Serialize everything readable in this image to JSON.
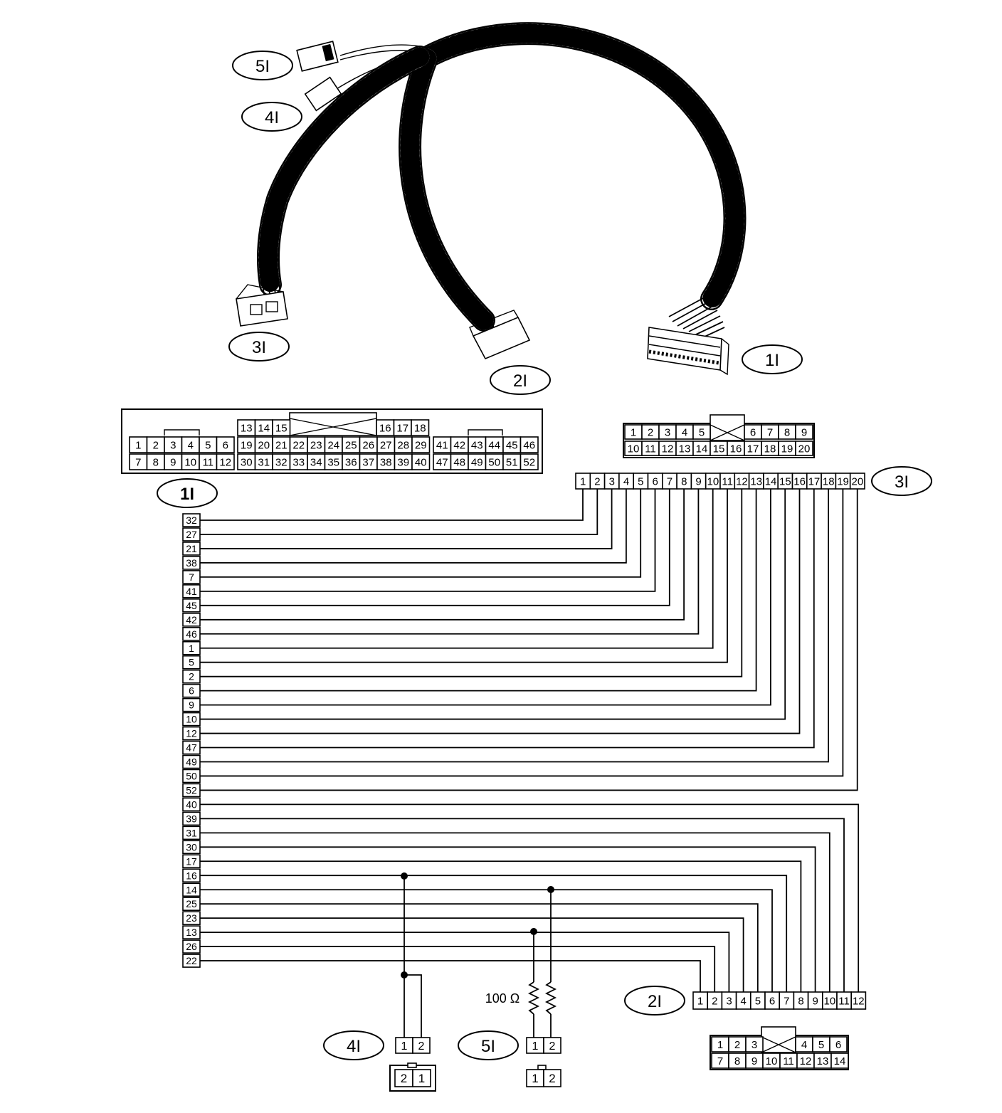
{
  "callouts": {
    "c1": "1I",
    "c2": "2I",
    "c3": "3I",
    "c4": "4I",
    "c5": "5I"
  },
  "resistor_value": "100 Ω",
  "connector_1": {
    "row_top": [
      "13",
      "14",
      "15",
      "16",
      "17",
      "18"
    ],
    "row_mid": [
      "1",
      "2",
      "3",
      "4",
      "5",
      "6",
      "19",
      "20",
      "21",
      "22",
      "23",
      "24",
      "25",
      "26",
      "27",
      "28",
      "29",
      "41",
      "42",
      "43",
      "44",
      "45",
      "46"
    ],
    "row_bot": [
      "7",
      "8",
      "9",
      "10",
      "11",
      "12",
      "30",
      "31",
      "32",
      "33",
      "34",
      "35",
      "36",
      "37",
      "38",
      "39",
      "40",
      "47",
      "48",
      "49",
      "50",
      "51",
      "52"
    ]
  },
  "connector_3": {
    "row_top": [
      "1",
      "2",
      "3",
      "4",
      "5",
      "6",
      "7",
      "8",
      "9"
    ],
    "row_bot": [
      "10",
      "11",
      "12",
      "13",
      "14",
      "15",
      "16",
      "17",
      "18",
      "19",
      "20"
    ]
  },
  "connector_2": {
    "row_top": [
      "1",
      "2",
      "3",
      "4",
      "5",
      "6"
    ],
    "row_bot": [
      "7",
      "8",
      "9",
      "10",
      "11",
      "12",
      "13",
      "14"
    ]
  },
  "connector_4": {
    "pins": [
      "1",
      "2"
    ],
    "face": [
      "2",
      "1"
    ]
  },
  "connector_5": {
    "pins": [
      "1",
      "2"
    ],
    "face": [
      "1",
      "2"
    ]
  },
  "terminal_strip_1": [
    "32",
    "27",
    "21",
    "38",
    "7",
    "41",
    "45",
    "42",
    "46",
    "1",
    "5",
    "2",
    "6",
    "9",
    "10",
    "12",
    "47",
    "49",
    "50",
    "52",
    "40",
    "39",
    "31",
    "30",
    "17",
    "16",
    "14",
    "25",
    "23",
    "13",
    "26",
    "22"
  ],
  "terminal_strip_3": [
    "1",
    "2",
    "3",
    "4",
    "5",
    "6",
    "7",
    "8",
    "9",
    "10",
    "11",
    "12",
    "13",
    "14",
    "15",
    "16",
    "17",
    "18",
    "19",
    "20"
  ],
  "terminal_strip_2": [
    "1",
    "2",
    "3",
    "4",
    "5",
    "6",
    "7",
    "8",
    "9",
    "10",
    "11",
    "12"
  ]
}
